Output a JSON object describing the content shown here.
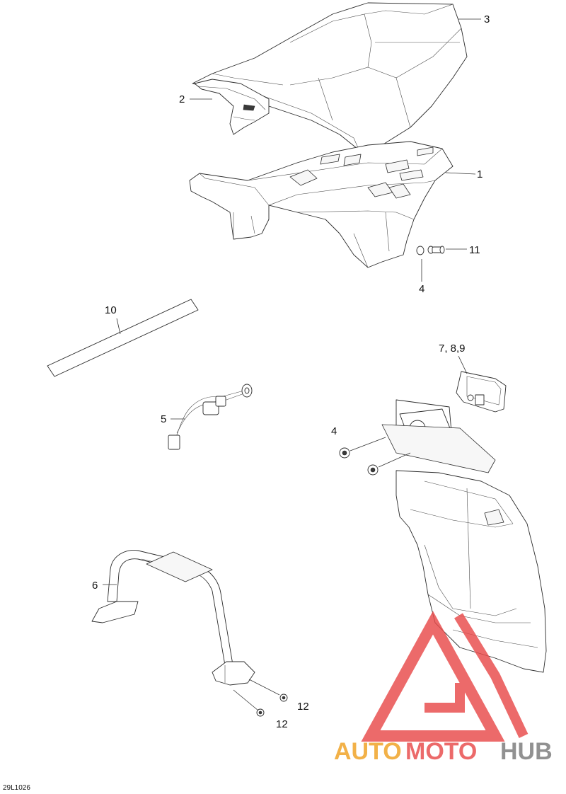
{
  "callouts": {
    "c1": "1",
    "c2": "2",
    "c3": "3",
    "c4a": "4",
    "c4b": "4",
    "c5": "5",
    "c6": "6",
    "c789": "7, 8,9",
    "c10": "10",
    "c11": "11",
    "c12a": "12",
    "c12b": "12"
  },
  "drawing_code": "29L1026",
  "watermark": {
    "part1": "AUTO",
    "part2": "MOTO",
    "part3": "HUB",
    "color_accent": "#f0a020",
    "color_red": "#e84a4a",
    "color_gray": "#7a7a7a"
  }
}
